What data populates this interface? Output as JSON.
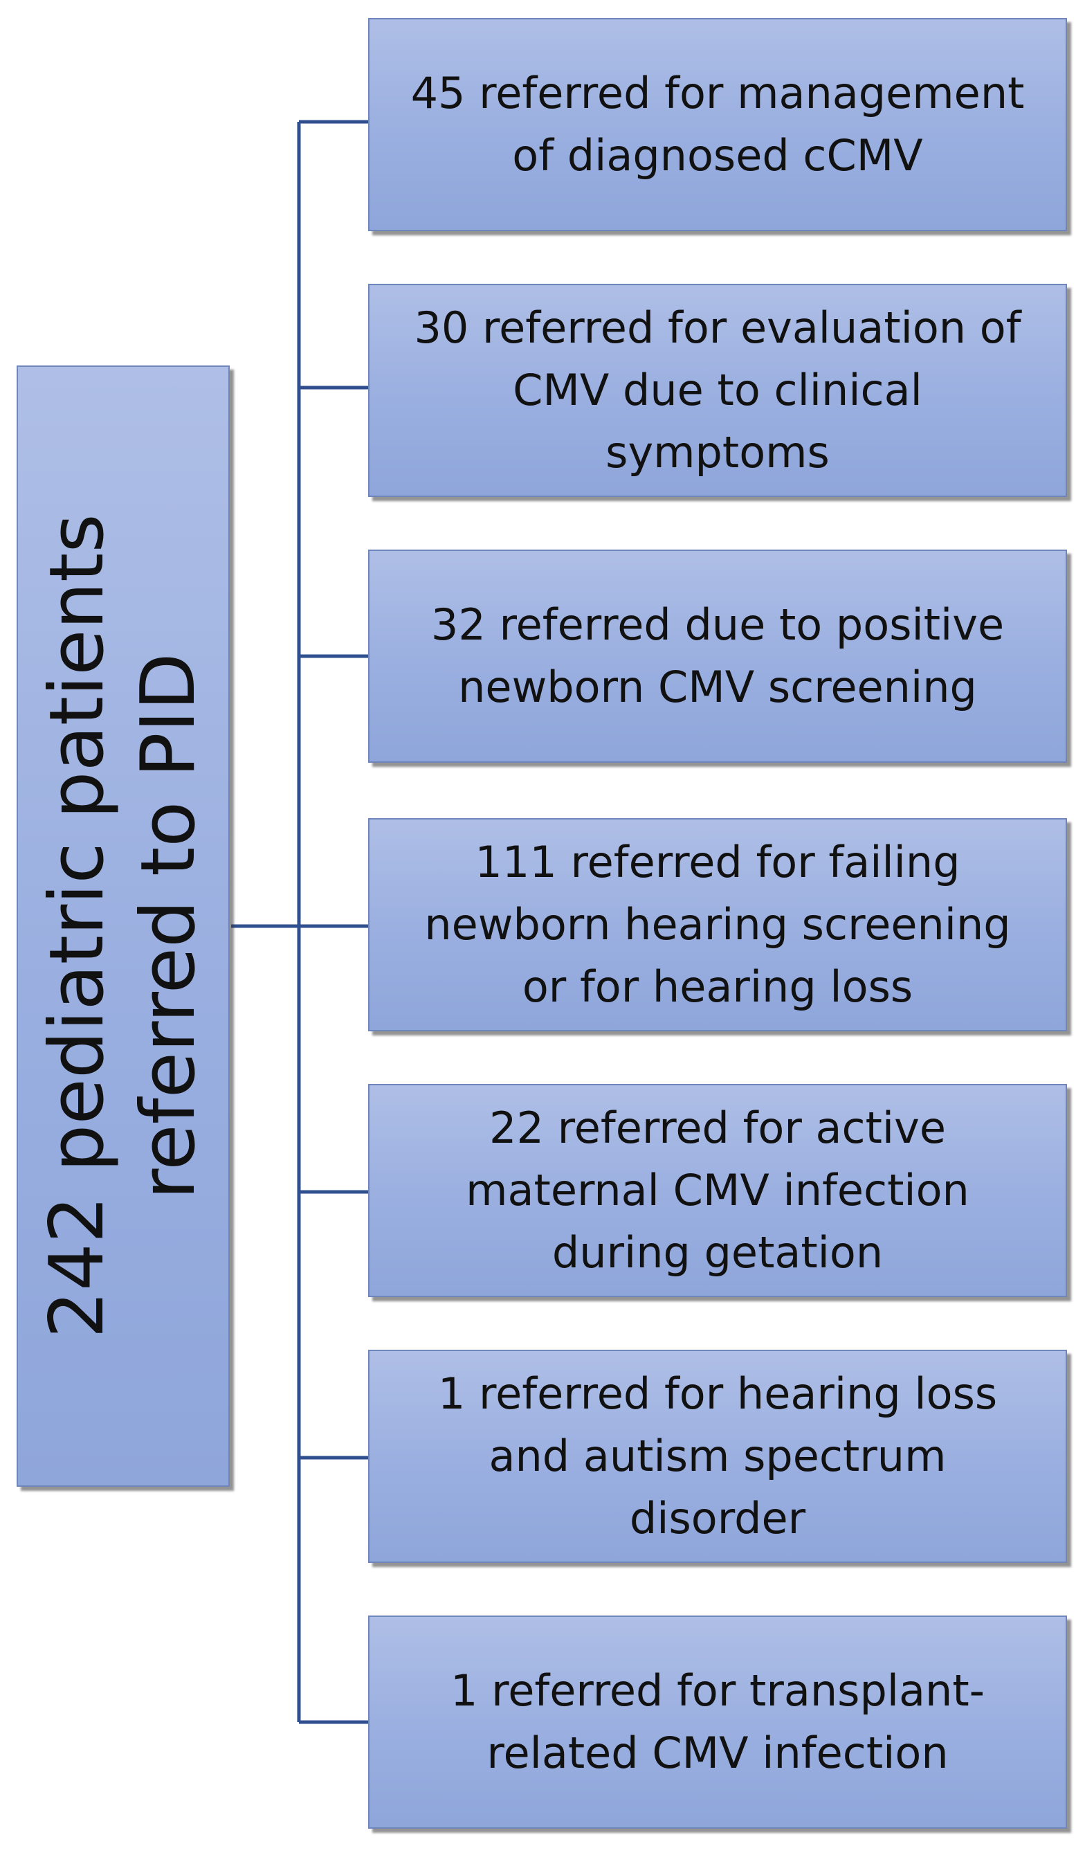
{
  "root": {
    "text": "242 pediatric patients\nreferred to PID"
  },
  "referrals": [
    {
      "text": "45 referred for management\nof diagnosed cCMV"
    },
    {
      "text": "30 referred for evaluation of\nCMV due to clinical\nsymptoms"
    },
    {
      "text": "32 referred due to positive\nnewborn CMV screening"
    },
    {
      "text": "111 referred for failing\nnewborn hearing screening\nor for hearing loss"
    },
    {
      "text": "22 referred for active\nmaternal CMV infection\nduring getation"
    },
    {
      "text": "1 referred for hearing loss\nand autism spectrum\ndisorder"
    },
    {
      "text": "1 referred for transplant-\nrelated CMV infection"
    }
  ],
  "colors": {
    "box_fill": "#9AAFE0",
    "box_border": "#6F86BD",
    "connector": "#2F4F8F"
  }
}
